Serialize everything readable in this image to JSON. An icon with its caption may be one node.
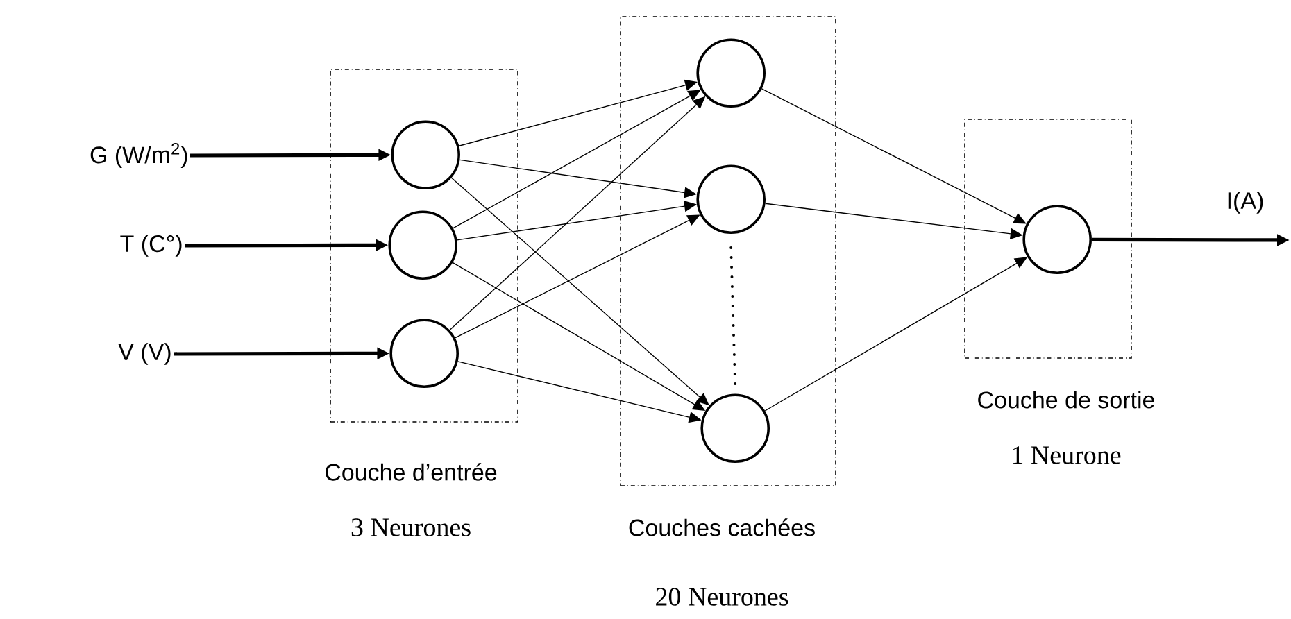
{
  "diagram": {
    "nodes": [
      {
        "text": [
          "G (W/m$^{2}$)"
        ]
      },
      {
        "text": [
          "T (C°)"
        ]
      },
      {
        "text": [
          "V (V)"
        ]
      },
      {
        "text": [
          "Couche d’entrée",
          "3 Neurones"
        ]
      },
      {
        "text": [],
        "shape": "circle",
        "in": 3
      },
      {
        "text": [],
        "shape": "circle",
        "in": 3
      },
      {
        "text": [],
        "shape": "circle",
        "in": 3
      },
      {
        "text": [
          "Couches cachées",
          "20 Neurones"
        ]
      },
      {
        "text": [],
        "shape": "circle",
        "in": 7
      },
      {
        "text": [],
        "shape": "circle",
        "in": 7
      },
      {
        "text": [],
        "shape": "circle",
        "in": 7
      },
      {
        "text": [
          "Couche de sortie",
          "1 Neurone"
        ]
      },
      {
        "text": [],
        "shape": "circle",
        "in": 11
      }
    ],
    "edges": [
      {
        "from": 0,
        "to": 4,
        "arrow": "to",
        "style": "thick"
      },
      {
        "from": 1,
        "to": 5,
        "arrow": "to",
        "style": "thick"
      },
      {
        "from": 2,
        "to": 6,
        "arrow": "to",
        "style": "thick"
      },
      {
        "from": 4,
        "to": 8,
        "arrow": "to"
      },
      {
        "from": 4,
        "to": 9,
        "arrow": "to"
      },
      {
        "from": 4,
        "to": 10,
        "arrow": "to"
      },
      {
        "from": 5,
        "to": 8,
        "arrow": "to"
      },
      {
        "from": 5,
        "to": 9,
        "arrow": "to"
      },
      {
        "from": 5,
        "to": 10,
        "arrow": "to"
      },
      {
        "from": 6,
        "to": 8,
        "arrow": "to"
      },
      {
        "from": 6,
        "to": 9,
        "arrow": "to"
      },
      {
        "from": 6,
        "to": 10,
        "arrow": "to"
      },
      {
        "from": 8,
        "to": 12,
        "arrow": "to"
      },
      {
        "from": 9,
        "to": 12,
        "arrow": "to"
      },
      {
        "from": 10,
        "to": 12,
        "arrow": "to"
      },
      {
        "from": 12,
        "to": null,
        "arrow": "to",
        "style": "thick",
        "label": "I(A)"
      }
    ]
  }
}
